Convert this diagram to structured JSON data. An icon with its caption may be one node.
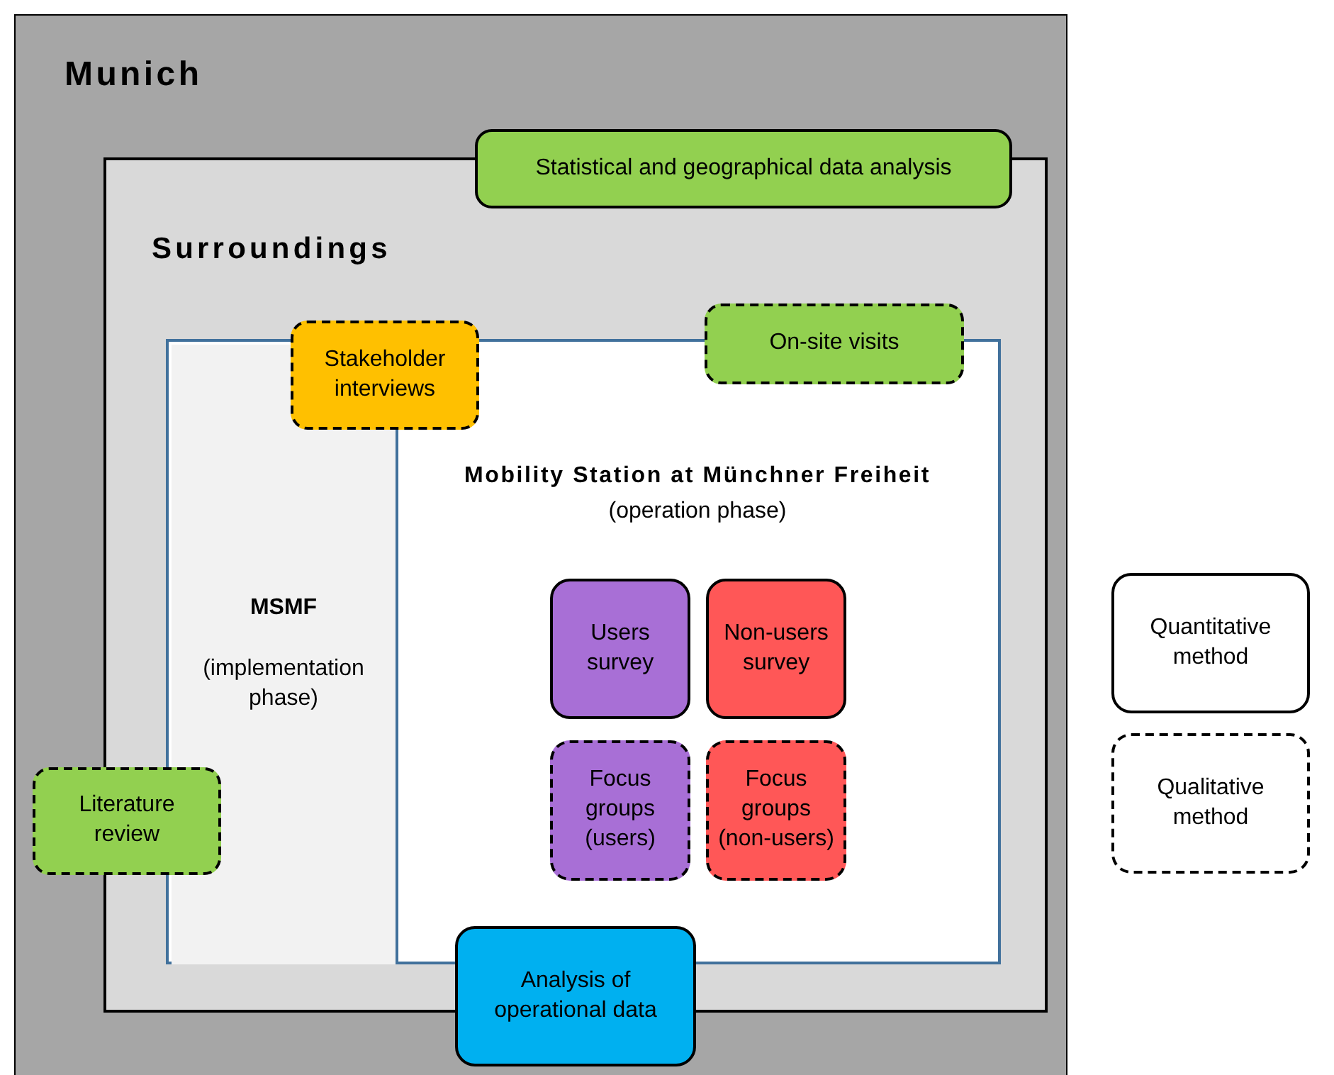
{
  "diagram": {
    "nodes": [
      {
        "text": [
          "Munich"
        ]
      },
      {
        "text": [
          "Surroundings"
        ],
        "in": 0
      },
      {
        "text": [
          "Statistical and geographical data analysis"
        ],
        "in": 0
      },
      {
        "text": [
          "Mobility Station at Münchner Freiheit",
          "(operation phase)"
        ],
        "in": 1
      },
      {
        "text": [
          "MSMF",
          "(implementation phase)"
        ],
        "in": 3
      },
      {
        "text": [
          "Stakeholder interviews"
        ],
        "in": 1
      },
      {
        "text": [
          "On-site visits"
        ],
        "in": 1
      },
      {
        "text": [
          "Users survey"
        ],
        "in": 3
      },
      {
        "text": [
          "Non-users survey"
        ],
        "in": 3
      },
      {
        "text": [
          "Focus groups (users)"
        ],
        "in": 3
      },
      {
        "text": [
          "Focus groups (non-users)"
        ],
        "in": 3
      },
      {
        "text": [
          "Literature review"
        ],
        "in": 0
      },
      {
        "text": [
          "Analysis of operational data"
        ],
        "in": 0
      }
    ],
    "legend": [
      {
        "text": "Quantitative method"
      },
      {
        "text": "Qualitative method"
      }
    ]
  }
}
